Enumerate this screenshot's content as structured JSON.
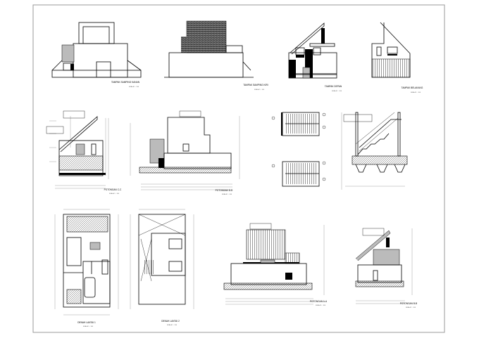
{
  "sheet": {
    "drawings": [
      {
        "id": "tampak-samping-kanan",
        "title": "TAMPAK SAMPING KANAN",
        "scale": "SKALA 1 : 100"
      },
      {
        "id": "tampak-samping-kiri",
        "title": "TAMPAK SAMPING KIRI",
        "scale": "SKALA 1 : 100"
      },
      {
        "id": "tampak-depan",
        "title": "TAMPAK DEPAN",
        "scale": "SKALA 1 : 100"
      },
      {
        "id": "tampak-belakang",
        "title": "TAMPAK BELAKANG",
        "scale": "SKALA 1 : 100"
      },
      {
        "id": "potongan-c-c",
        "title": "POTONGAN C-C",
        "scale": "SKALA 1 : 100"
      },
      {
        "id": "potongan-d-d",
        "title": "POTONGAN D-D",
        "scale": "SKALA 1 : 100"
      },
      {
        "id": "denah-lantai-1",
        "title": "DENAH LANTAI 1",
        "scale": "SKALA 1 : 100"
      },
      {
        "id": "denah-lantai-2",
        "title": "DENAH LANTAI 2",
        "scale": "SKALA 1 : 100"
      },
      {
        "id": "potongan-a-a",
        "title": "POTONGAN A-A",
        "scale": "SKALA 1 : 100"
      },
      {
        "id": "potongan-b-b",
        "title": "POTONGAN B-B",
        "scale": "SKALA 1 : 100"
      }
    ]
  }
}
